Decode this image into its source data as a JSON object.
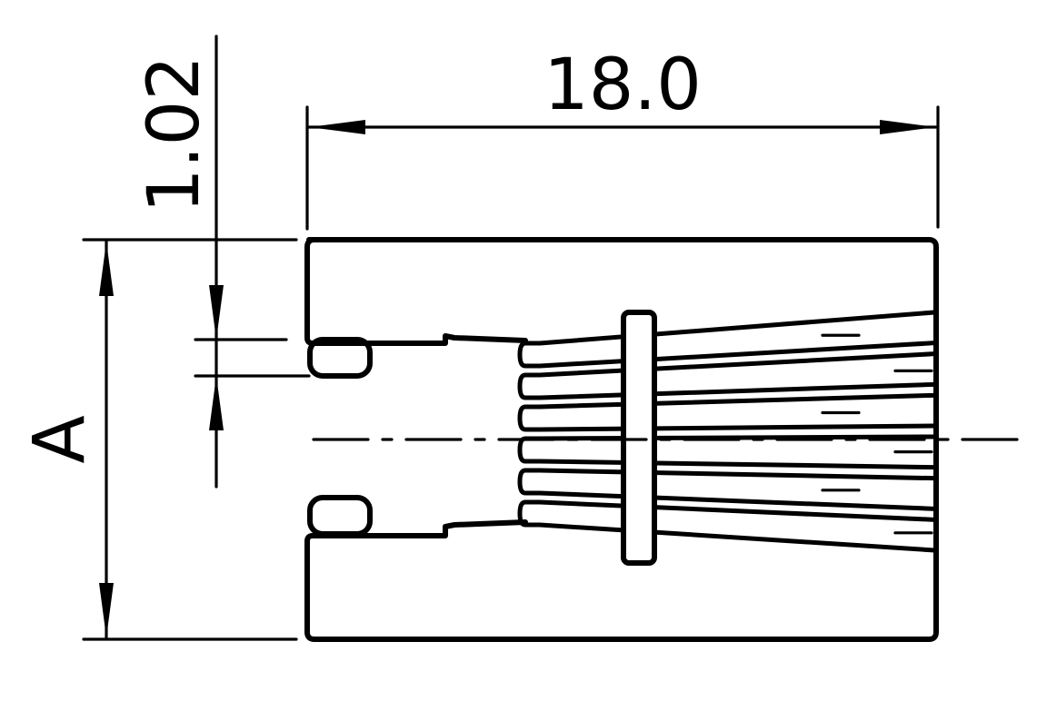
{
  "drawing": {
    "dimensions": {
      "width_value": "18.0",
      "gap_value": "1.02",
      "height_label": "A"
    },
    "contact_count": 6,
    "colors": {
      "ink": "#000000",
      "background": "#ffffff"
    }
  }
}
